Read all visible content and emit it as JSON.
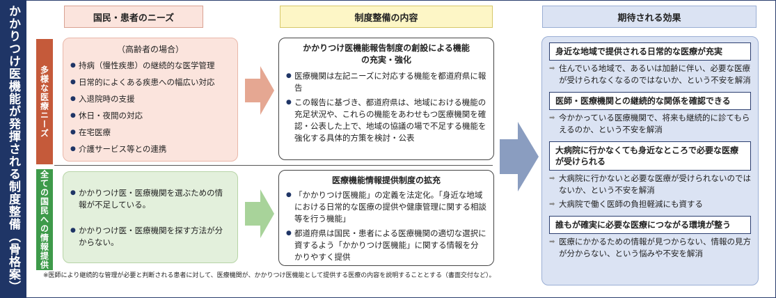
{
  "title": "かかりつけ医機能が発揮される制度整備（骨格案）",
  "headers": {
    "needs": "国民・患者のニーズ",
    "system": "制度整備の内容",
    "effects": "期待される効果"
  },
  "side_labels": {
    "top": "多様な医療ニーズ",
    "bottom": "全ての国民への情報提供"
  },
  "needs_top": {
    "heading": "（高齢者の場合）",
    "items": [
      "持病（慢性疾患）の継続的な医学管理",
      "日常的によくある疾患への幅広い対応",
      "入退院時の支援",
      "休日・夜間の対応",
      "在宅医療",
      "介護サービス等との連携"
    ]
  },
  "needs_bottom": {
    "items": [
      "かかりつけ医・医療機関を選ぶための情報が不足している。",
      "かかりつけ医・医療機関を探す方法が分からない。"
    ]
  },
  "system_top": {
    "heading": "かかりつけ医機能報告制度の創設による機能の充実・強化",
    "items": [
      "医療機関は左記ニーズに対応する機能を都道府県に報告",
      "この報告に基づき、都道府県は、地域における機能の充足状況や、これらの機能をあわせもつ医療機関を確認・公表した上で、地域の協議の場で不足する機能を強化する具体的方策を検討・公表"
    ]
  },
  "system_bottom": {
    "heading": "医療機能情報提供制度の拡充",
    "items": [
      "「かかりつけ医機能」の定義を法定化。「身近な地域における日常的な医療の提供や健康管理に関する相談等を行う機能」",
      "都道府県は国民・患者による医療機関の適切な選択に資するよう「かかりつけ医機能」に関する情報を分かりやすく提供"
    ]
  },
  "effects": [
    {
      "title": "身近な地域で提供される日常的な医療が充実",
      "texts": [
        "住んでいる地域で、あるいは加齢に伴い、必要な医療が受けられなくなるのではないか、という不安を解消"
      ]
    },
    {
      "title": "医師・医療機関との継続的な関係を確認できる",
      "texts": [
        "今かかっている医療機関で、将来も継続的に診てもらえるのか、という不安を解消"
      ]
    },
    {
      "title": "大病院に行かなくても身近なところで必要な医療が受けられる",
      "texts": [
        "大病院に行かないと必要な医療が受けられないのではないか、という不安を解消",
        "大病院で働く医師の負担軽減にも資する"
      ]
    },
    {
      "title": "誰もが確実に必要な医療につながる環境が整う",
      "texts": [
        "医療にかかるための情報が見つからない、情報の見方が分からない、という悩みや不安を解消"
      ]
    }
  ],
  "footnote": "※医師により継続的な管理が必要と判断される患者に対して、医療機関が、かかりつけ医機能として提供する医療の内容を説明することとする（書面交付など）。",
  "colors": {
    "navy": "#1f3566",
    "pink": "#fbe4dd",
    "green": "#e3f0dc",
    "side_red": "#c55a3a",
    "side_green": "#3e9a4a",
    "arrow_gray": "#8a9dc0"
  }
}
